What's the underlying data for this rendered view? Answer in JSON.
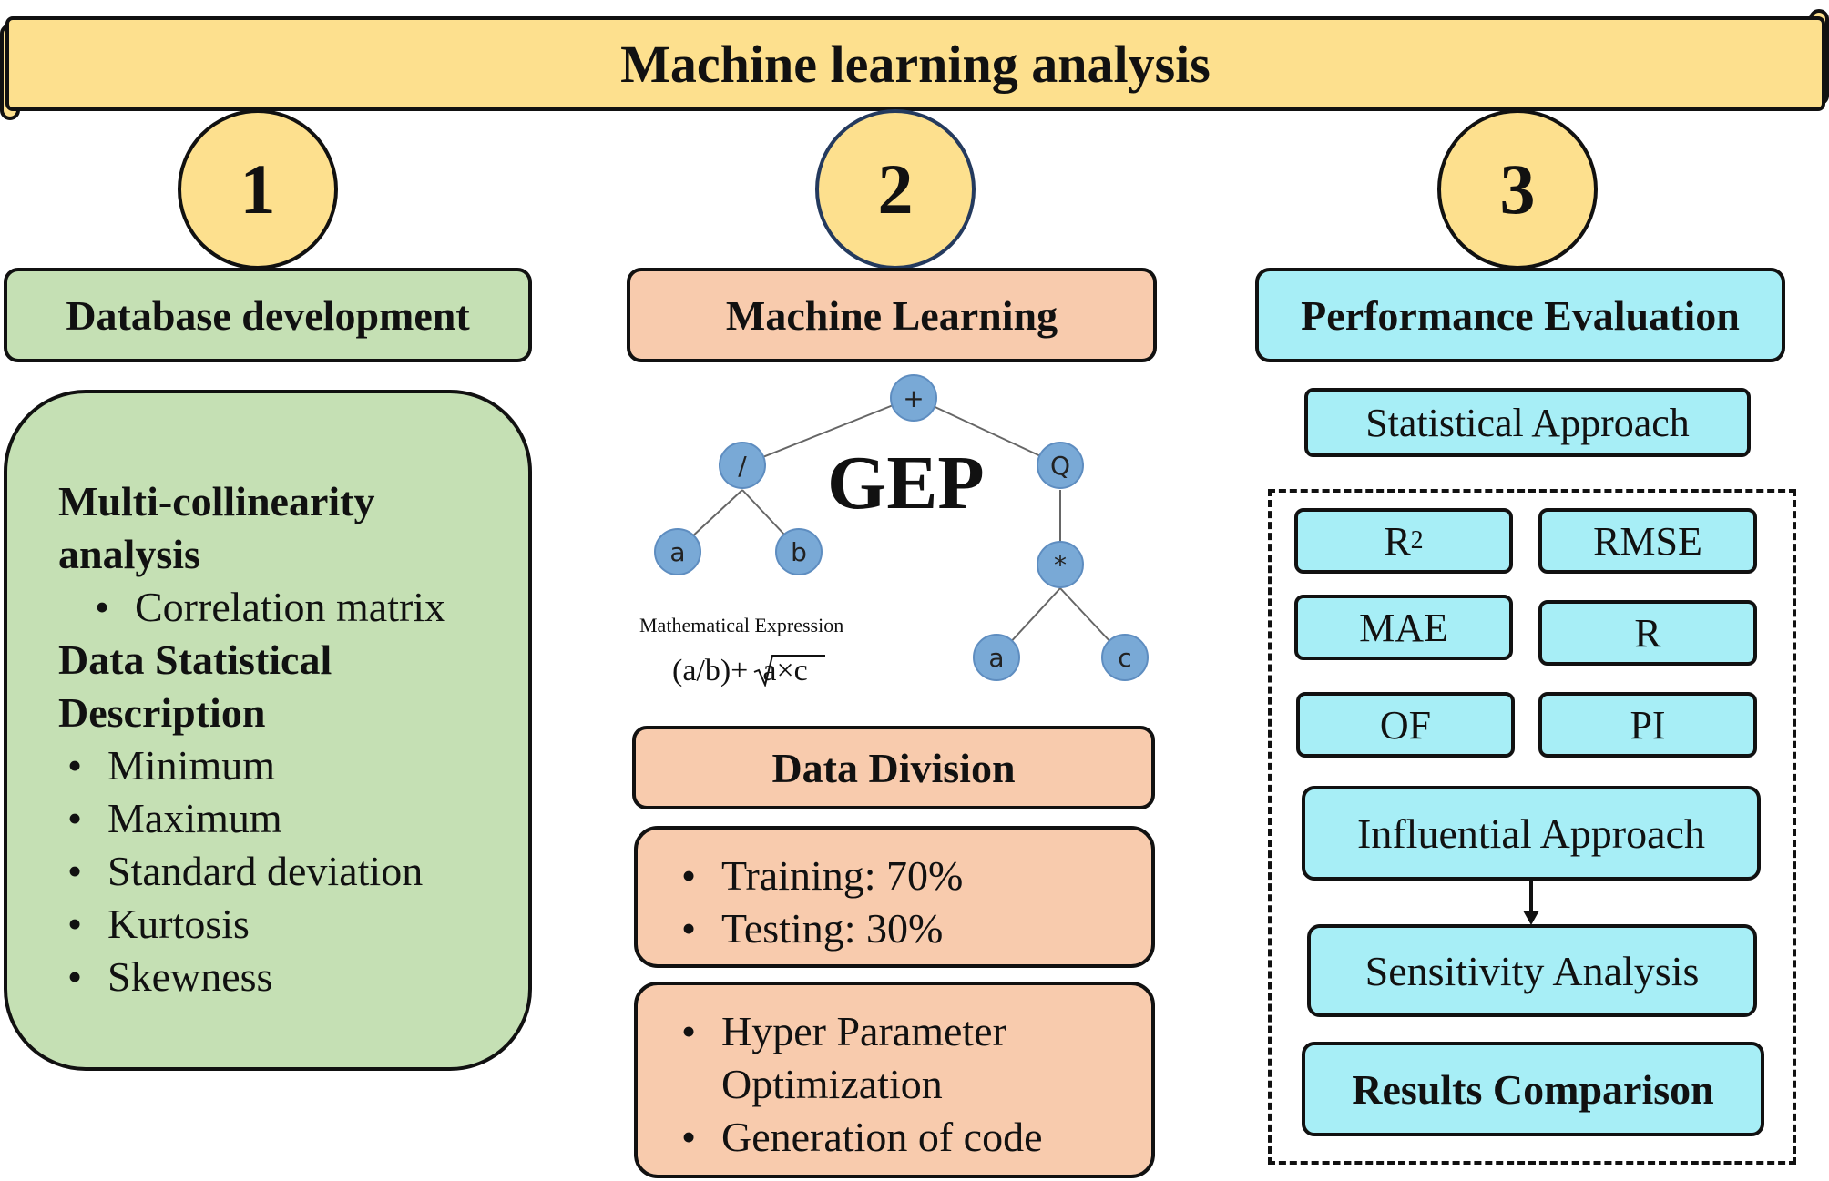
{
  "title": "Machine learning analysis",
  "steps": [
    {
      "number": "1",
      "heading": "Database development"
    },
    {
      "number": "2",
      "heading": "Machine Learning"
    },
    {
      "number": "3",
      "heading": "Performance Evaluation"
    }
  ],
  "database": {
    "section1_title_line1": "Multi-collinearity",
    "section1_title_line2": "analysis",
    "section1_items": [
      "Correlation matrix"
    ],
    "section2_title_line1": "Data Statistical",
    "section2_title_line2": "Description",
    "section2_items": [
      "Minimum",
      "Maximum",
      "Standard deviation",
      "Kurtosis",
      "Skewness"
    ]
  },
  "gep": {
    "label": "GEP",
    "nodes": [
      "+",
      "/",
      "Q",
      "a",
      "b",
      "*",
      "a",
      "c"
    ],
    "expression_label": "Mathematical Expression",
    "expression_prefix": "(a/b)+",
    "expression_radicand": "a×c"
  },
  "ml": {
    "data_division_label": "Data Division",
    "split_items": [
      "Training:  70%",
      "Testing:  30%"
    ],
    "hp_line1": "Hyper Parameter",
    "hp_line2": "Optimization",
    "hp_item2": "Generation of code"
  },
  "performance": {
    "statistical_approach": "Statistical Approach",
    "r2_base": "R",
    "r2_sup": "2",
    "metrics": [
      "RMSE",
      "MAE",
      "R",
      "OF",
      "PI"
    ],
    "influential_approach": "Influential Approach",
    "sensitivity_analysis": "Sensitivity Analysis",
    "results_comparison": "Results Comparison"
  },
  "colors": {
    "banner": "#fde08e",
    "green": "#c5e0b4",
    "peach": "#f8cbad",
    "cyan": "#a7eef6",
    "node": "#79a9d6"
  }
}
